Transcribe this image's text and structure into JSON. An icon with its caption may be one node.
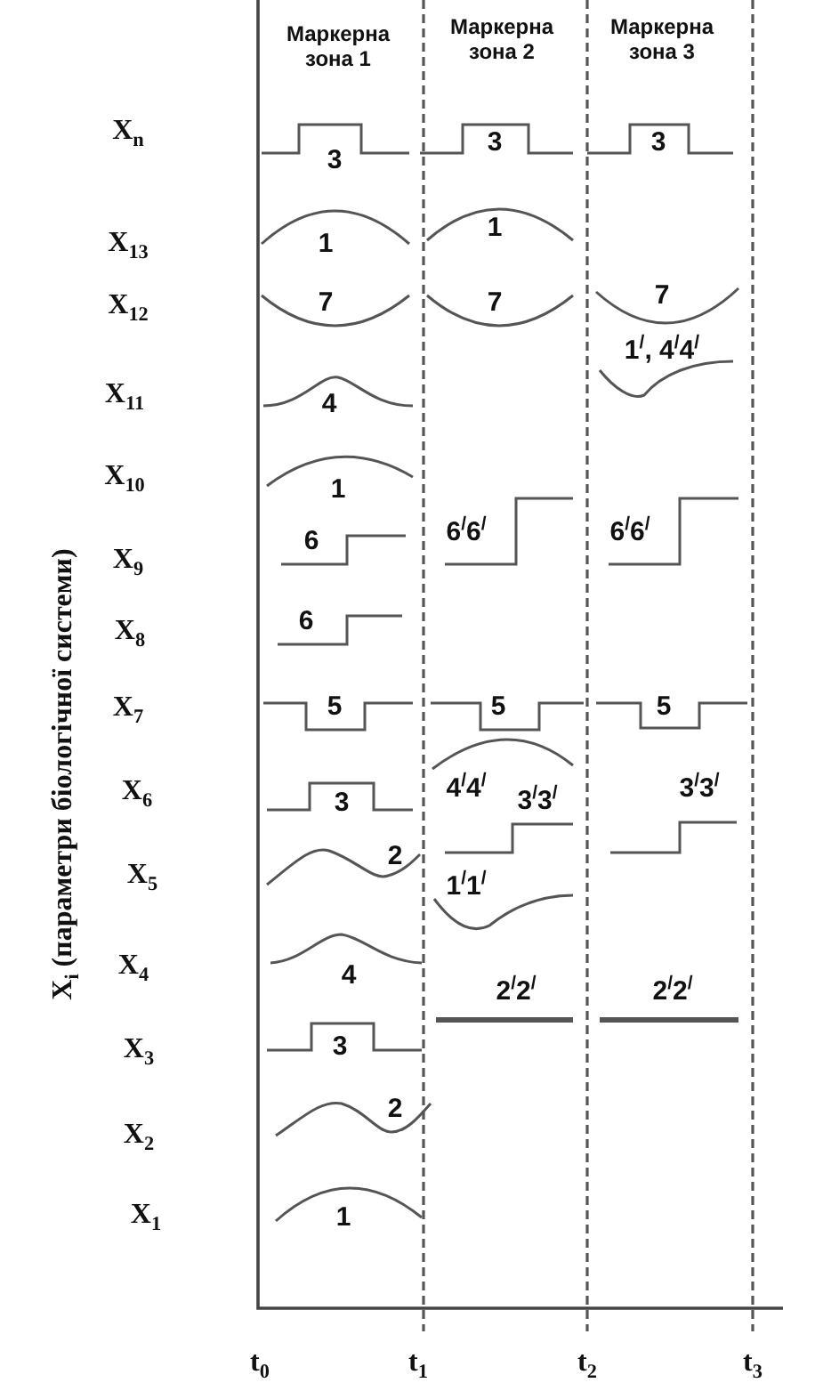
{
  "diagram": {
    "labels": [
      "Маркерна зона 1",
      "Маркерна зона 2",
      "Маркерна зона 3",
      "X$_{n}$",
      "3",
      "3",
      "3",
      "X$_{13}$",
      "1",
      "1",
      "X$_{12}$",
      "7",
      "7",
      "7",
      "1$^{/}$, 4$^{/}$4$^{/}$",
      "X$_{11}$",
      "4",
      "X$_{10}$",
      "1",
      "X$_{9}$",
      "6",
      "6$^{/}$6$^{/}$",
      "6$^{/}$6$^{/}$",
      "X$_{8}$",
      "6",
      "X$_{7}$",
      "5",
      "5",
      "5",
      "X$_{6}$",
      "3",
      "4$^{/}$4$^{/}$",
      "3$^{/}$3$^{/}$",
      "3$^{/}$3$^{/}$",
      "X$_{5}$",
      "2",
      "1$^{/}$1$^{/}$",
      "X$_{4}$",
      "4",
      "2$^{/}$2$^{/}$",
      "2$^{/}$2$^{/}$",
      "X$_{3}$",
      "3",
      "X$_{2}$",
      "2",
      "X$_{1}$",
      "1",
      "t$_{0}$",
      "t$_{1}$",
      "t$_{2}$",
      "t$_{3}$",
      "X$_{i}$ (параметри біологічної системи)"
    ]
  }
}
